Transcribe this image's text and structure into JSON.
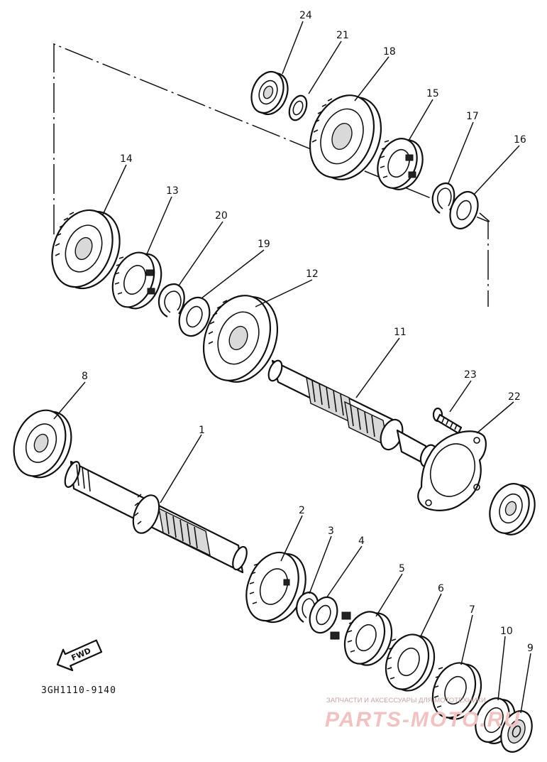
{
  "diagram_code": "3GH1110-9140",
  "fwd_label": "FWD",
  "watermark": {
    "line": "ЗАПЧАСТИ И АКСЕССУАРЫ ДЛЯ МОТОТЕХНИКИ",
    "logo": "PARTS-MOTO.RU"
  },
  "callouts": [
    {
      "id": "1",
      "label": "1"
    },
    {
      "id": "2",
      "label": "2"
    },
    {
      "id": "3",
      "label": "3"
    },
    {
      "id": "4",
      "label": "4"
    },
    {
      "id": "5",
      "label": "5"
    },
    {
      "id": "6",
      "label": "6"
    },
    {
      "id": "7",
      "label": "7"
    },
    {
      "id": "8",
      "label": "8"
    },
    {
      "id": "9",
      "label": "9"
    },
    {
      "id": "10",
      "label": "10"
    },
    {
      "id": "11",
      "label": "11"
    },
    {
      "id": "12",
      "label": "12"
    },
    {
      "id": "13",
      "label": "13"
    },
    {
      "id": "14",
      "label": "14"
    },
    {
      "id": "15",
      "label": "15"
    },
    {
      "id": "16",
      "label": "16"
    },
    {
      "id": "17",
      "label": "17"
    },
    {
      "id": "18",
      "label": "18"
    },
    {
      "id": "19",
      "label": "19"
    },
    {
      "id": "20",
      "label": "20"
    },
    {
      "id": "21",
      "label": "21"
    },
    {
      "id": "22",
      "label": "22"
    },
    {
      "id": "23",
      "label": "23"
    },
    {
      "id": "24",
      "label": "24"
    }
  ]
}
